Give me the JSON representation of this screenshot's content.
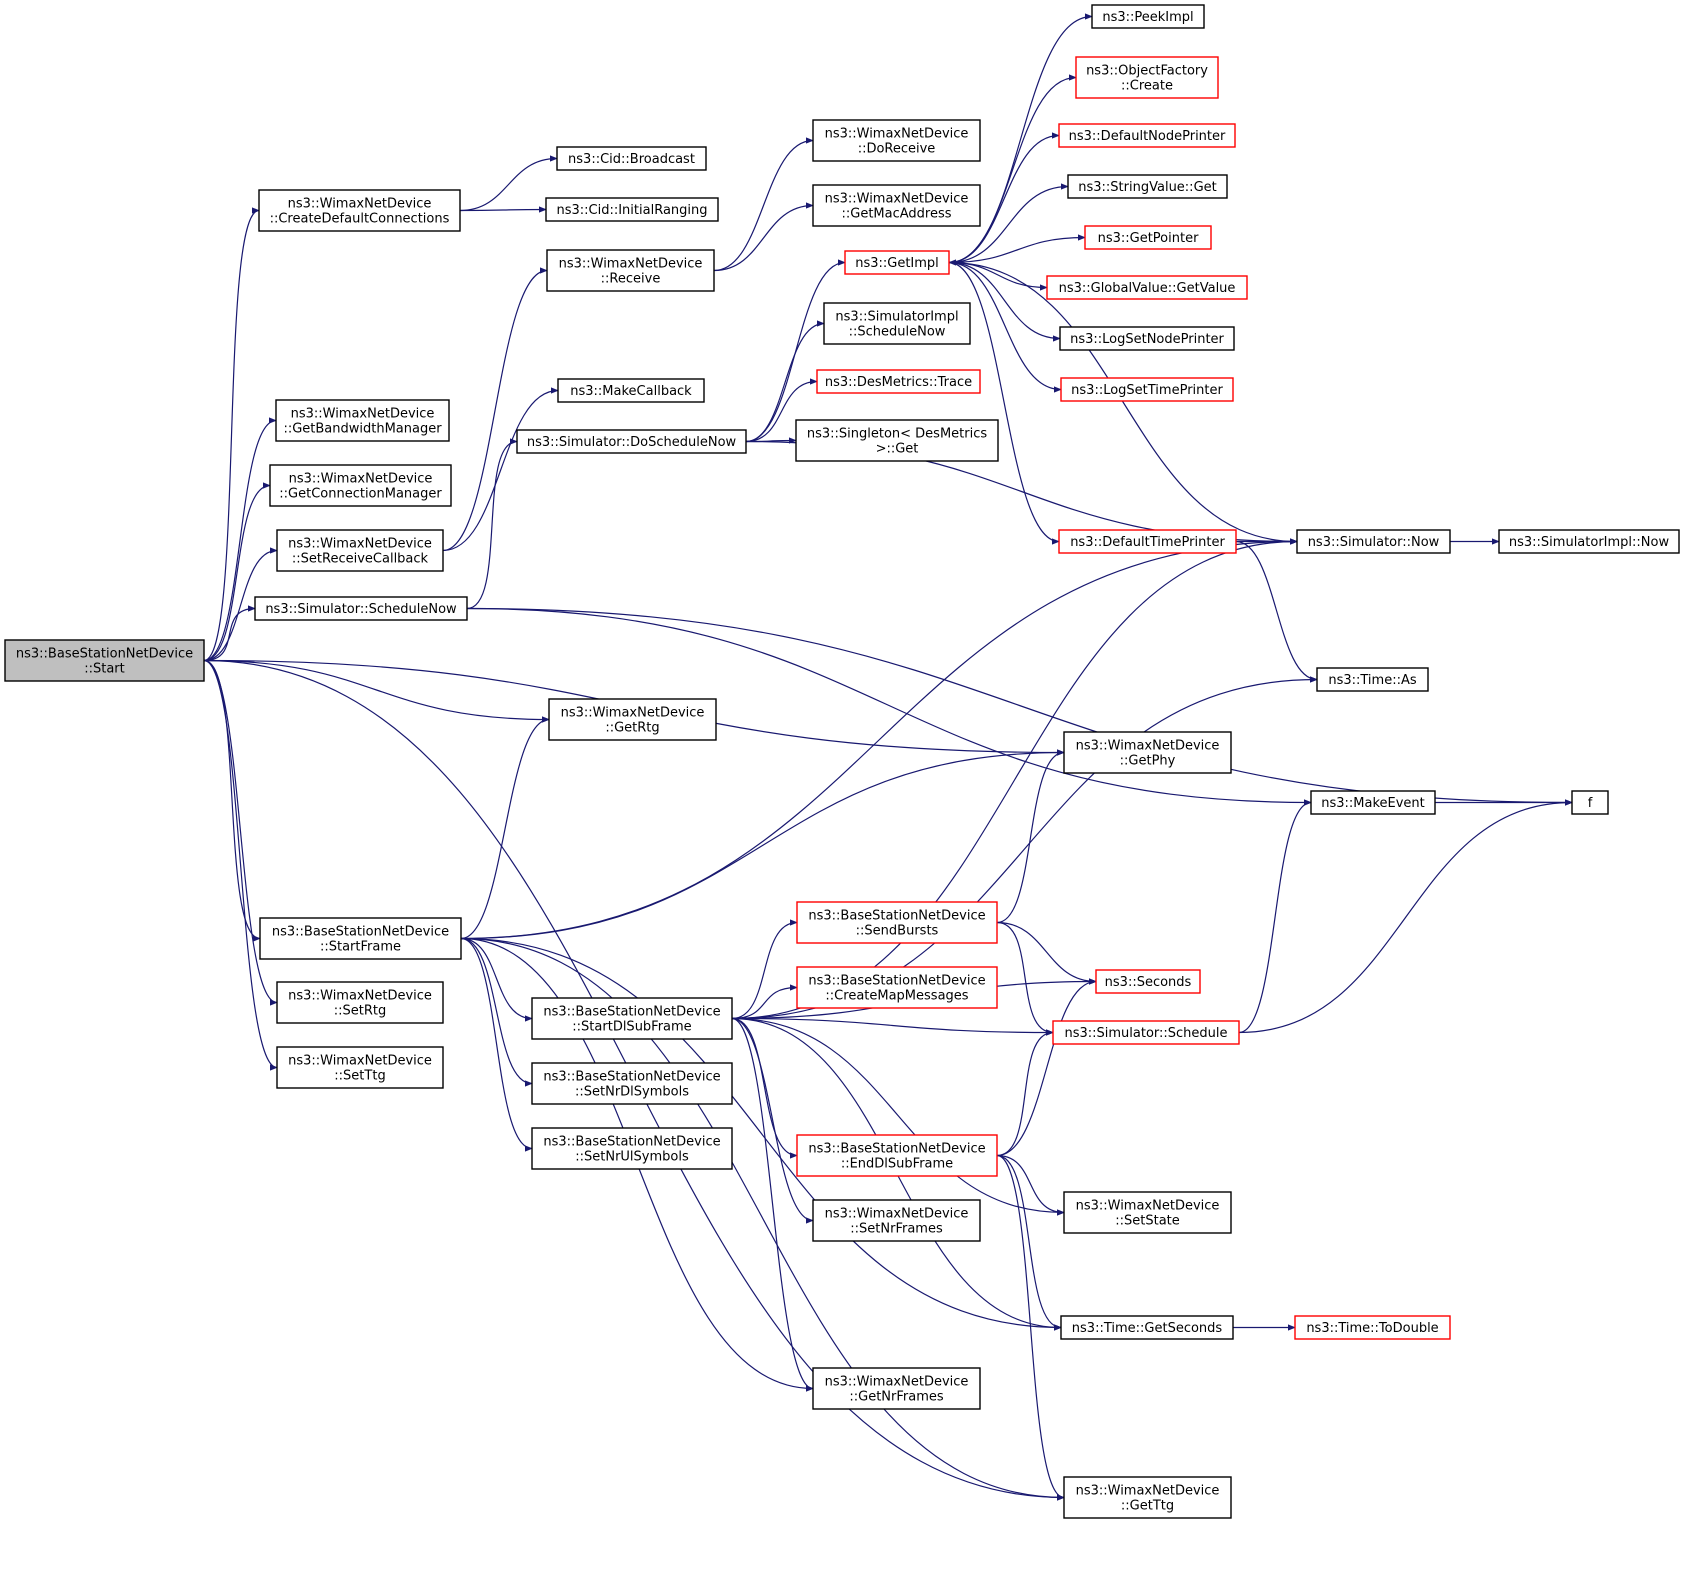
{
  "colors": {
    "edge": "#191970",
    "node_border": "#000000",
    "node_border_incomplete": "#ff0000",
    "root_fill": "#bfbfbf",
    "node_fill": "#ffffff"
  },
  "nodes": [
    {
      "id": "root",
      "lines": [
        "ns3::BaseStationNetDevice",
        "::Start"
      ],
      "style": "root"
    },
    {
      "id": "createDefaultConnections",
      "lines": [
        "ns3::WimaxNetDevice",
        "::CreateDefaultConnections"
      ],
      "style": "normal"
    },
    {
      "id": "getBandwidthManager",
      "lines": [
        "ns3::WimaxNetDevice",
        "::GetBandwidthManager"
      ],
      "style": "normal"
    },
    {
      "id": "getConnectionManager",
      "lines": [
        "ns3::WimaxNetDevice",
        "::GetConnectionManager"
      ],
      "style": "normal"
    },
    {
      "id": "setReceiveCallback",
      "lines": [
        "ns3::WimaxNetDevice",
        "::SetReceiveCallback"
      ],
      "style": "normal"
    },
    {
      "id": "schedulerScheduleNow",
      "lines": [
        "ns3::Simulator::ScheduleNow"
      ],
      "style": "normal"
    },
    {
      "id": "startFrame",
      "lines": [
        "ns3::BaseStationNetDevice",
        "::StartFrame"
      ],
      "style": "normal"
    },
    {
      "id": "setRtg",
      "lines": [
        "ns3::WimaxNetDevice",
        "::SetRtg"
      ],
      "style": "normal"
    },
    {
      "id": "setTtg",
      "lines": [
        "ns3::WimaxNetDevice",
        "::SetTtg"
      ],
      "style": "normal"
    },
    {
      "id": "cidBroadcast",
      "lines": [
        "ns3::Cid::Broadcast"
      ],
      "style": "normal"
    },
    {
      "id": "cidInitialRanging",
      "lines": [
        "ns3::Cid::InitialRanging"
      ],
      "style": "normal"
    },
    {
      "id": "receive",
      "lines": [
        "ns3::WimaxNetDevice",
        "::Receive"
      ],
      "style": "normal"
    },
    {
      "id": "makeCallback",
      "lines": [
        "ns3::MakeCallback"
      ],
      "style": "normal"
    },
    {
      "id": "doScheduleNow",
      "lines": [
        "ns3::Simulator::DoScheduleNow"
      ],
      "style": "normal"
    },
    {
      "id": "getRtg",
      "lines": [
        "ns3::WimaxNetDevice",
        "::GetRtg"
      ],
      "style": "normal"
    },
    {
      "id": "startDlSubFrame",
      "lines": [
        "ns3::BaseStationNetDevice",
        "::StartDlSubFrame"
      ],
      "style": "normal"
    },
    {
      "id": "setNrDlSymbols",
      "lines": [
        "ns3::BaseStationNetDevice",
        "::SetNrDlSymbols"
      ],
      "style": "normal"
    },
    {
      "id": "setNrUlSymbols",
      "lines": [
        "ns3::BaseStationNetDevice",
        "::SetNrUlSymbols"
      ],
      "style": "normal"
    },
    {
      "id": "doReceive",
      "lines": [
        "ns3::WimaxNetDevice",
        "::DoReceive"
      ],
      "style": "normal"
    },
    {
      "id": "getMacAddress",
      "lines": [
        "ns3::WimaxNetDevice",
        "::GetMacAddress"
      ],
      "style": "normal"
    },
    {
      "id": "getImpl",
      "lines": [
        "ns3::GetImpl"
      ],
      "style": "incomplete"
    },
    {
      "id": "simulatorImplScheduleNow",
      "lines": [
        "ns3::SimulatorImpl",
        "::ScheduleNow"
      ],
      "style": "normal"
    },
    {
      "id": "desMetricsTrace",
      "lines": [
        "ns3::DesMetrics::Trace"
      ],
      "style": "incomplete"
    },
    {
      "id": "singletonGet",
      "lines": [
        "ns3::Singleton< DesMetrics",
        ">::Get"
      ],
      "style": "normal"
    },
    {
      "id": "sendBursts",
      "lines": [
        "ns3::BaseStationNetDevice",
        "::SendBursts"
      ],
      "style": "incomplete"
    },
    {
      "id": "createMapMessages",
      "lines": [
        "ns3::BaseStationNetDevice",
        "::CreateMapMessages"
      ],
      "style": "incomplete"
    },
    {
      "id": "endDlSubFrame",
      "lines": [
        "ns3::BaseStationNetDevice",
        "::EndDlSubFrame"
      ],
      "style": "incomplete"
    },
    {
      "id": "setNrFrames",
      "lines": [
        "ns3::WimaxNetDevice",
        "::SetNrFrames"
      ],
      "style": "normal"
    },
    {
      "id": "getNrFrames",
      "lines": [
        "ns3::WimaxNetDevice",
        "::GetNrFrames"
      ],
      "style": "normal"
    },
    {
      "id": "peekImpl",
      "lines": [
        "ns3::PeekImpl"
      ],
      "style": "normal"
    },
    {
      "id": "objectFactoryCreate",
      "lines": [
        "ns3::ObjectFactory",
        "::Create"
      ],
      "style": "incomplete"
    },
    {
      "id": "defaultNodePrinter",
      "lines": [
        "ns3::DefaultNodePrinter"
      ],
      "style": "incomplete"
    },
    {
      "id": "stringValueGet",
      "lines": [
        "ns3::StringValue::Get"
      ],
      "style": "normal"
    },
    {
      "id": "getPointer",
      "lines": [
        "ns3::GetPointer"
      ],
      "style": "incomplete"
    },
    {
      "id": "globalValueGetValue",
      "lines": [
        "ns3::GlobalValue::GetValue"
      ],
      "style": "incomplete"
    },
    {
      "id": "logSetNodePrinter",
      "lines": [
        "ns3::LogSetNodePrinter"
      ],
      "style": "normal"
    },
    {
      "id": "logSetTimePrinter",
      "lines": [
        "ns3::LogSetTimePrinter"
      ],
      "style": "incomplete"
    },
    {
      "id": "defaultTimePrinter",
      "lines": [
        "ns3::DefaultTimePrinter"
      ],
      "style": "incomplete"
    },
    {
      "id": "getPhy",
      "lines": [
        "ns3::WimaxNetDevice",
        "::GetPhy"
      ],
      "style": "normal"
    },
    {
      "id": "seconds",
      "lines": [
        "ns3::Seconds"
      ],
      "style": "incomplete"
    },
    {
      "id": "simulatorSchedule",
      "lines": [
        "ns3::Simulator::Schedule"
      ],
      "style": "incomplete"
    },
    {
      "id": "setState",
      "lines": [
        "ns3::WimaxNetDevice",
        "::SetState"
      ],
      "style": "normal"
    },
    {
      "id": "timeGetSeconds",
      "lines": [
        "ns3::Time::GetSeconds"
      ],
      "style": "normal"
    },
    {
      "id": "getTtg",
      "lines": [
        "ns3::WimaxNetDevice",
        "::GetTtg"
      ],
      "style": "normal"
    },
    {
      "id": "simulatorNow",
      "lines": [
        "ns3::Simulator::Now"
      ],
      "style": "normal"
    },
    {
      "id": "timeAs",
      "lines": [
        "ns3::Time::As"
      ],
      "style": "normal"
    },
    {
      "id": "makeEvent",
      "lines": [
        "ns3::MakeEvent"
      ],
      "style": "normal"
    },
    {
      "id": "timeToDouble",
      "lines": [
        "ns3::Time::ToDouble"
      ],
      "style": "incomplete"
    },
    {
      "id": "simulatorImplNow",
      "lines": [
        "ns3::SimulatorImpl::Now"
      ],
      "style": "normal"
    },
    {
      "id": "f",
      "lines": [
        "f"
      ],
      "style": "normal"
    }
  ]
}
